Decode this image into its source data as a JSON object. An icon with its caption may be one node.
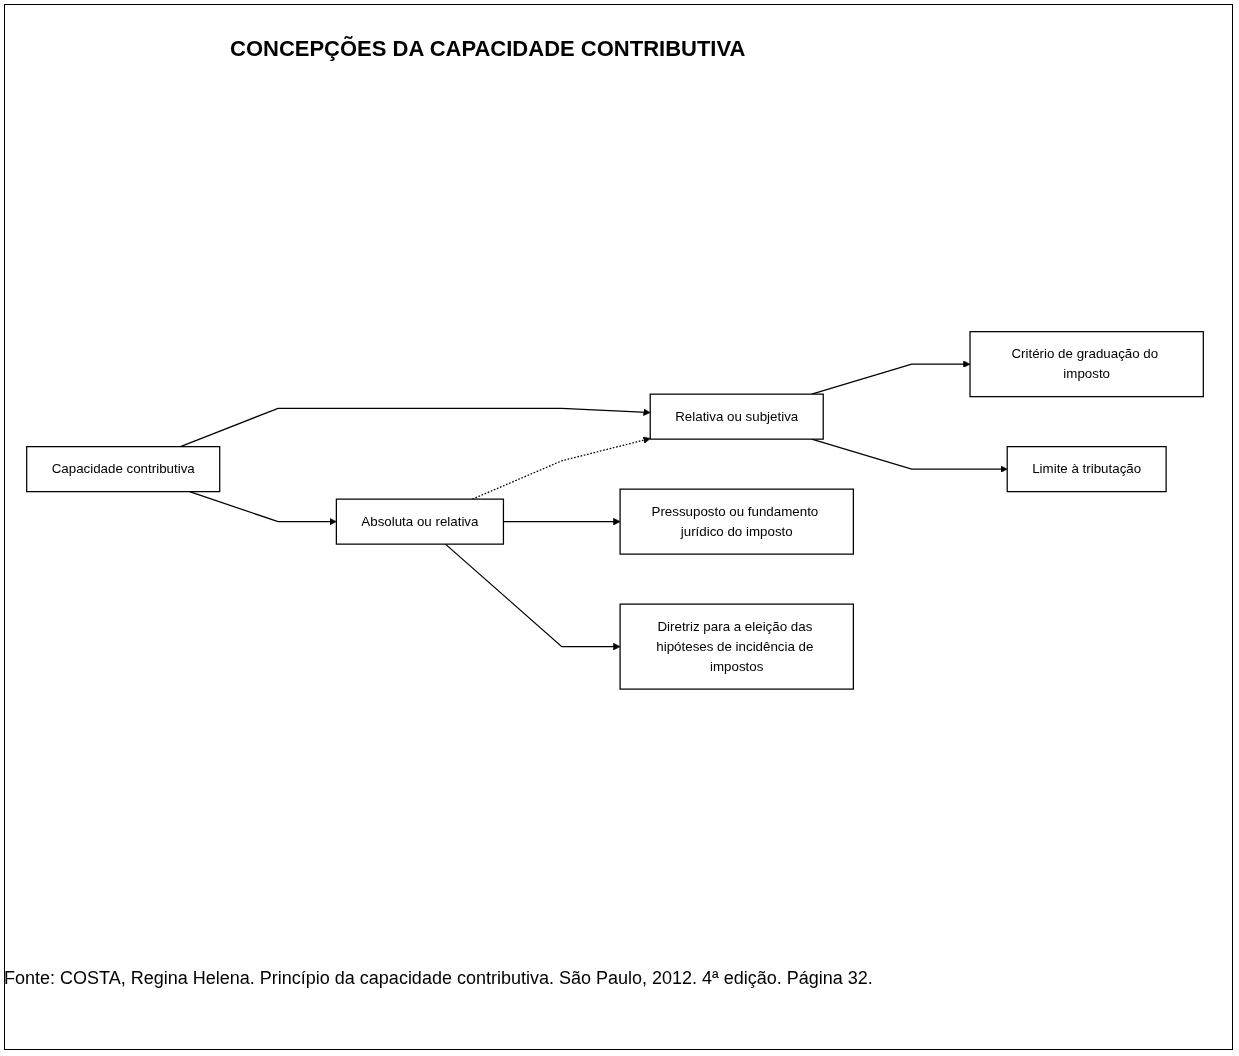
{
  "diagram": {
    "title": "CONCEPÇÕES DA CAPACIDADE CONTRIBUTIVA",
    "caption": "Fonte: COSTA, Regina Helena. Princípio da capacidade contributiva. São Paulo, 2012. 4ª edição. Página 32.",
    "nodes": [
      {
        "text": [
          "Capacidade contributiva"
        ]
      },
      {
        "text": [
          "Absoluta ou relativa"
        ]
      },
      {
        "text": [
          "Relativa ou subjetiva"
        ]
      },
      {
        "text": [
          "Pressuposto ou fundamento jurídico do imposto"
        ]
      },
      {
        "text": [
          "Diretriz para a eleição das hipóteses de incidência de impostos"
        ]
      },
      {
        "text": [
          "Critério de graduação do imposto"
        ]
      },
      {
        "text": [
          "Limite à tributação"
        ]
      }
    ],
    "edges": [
      {
        "from": 0,
        "to": 1,
        "arrow": "to"
      },
      {
        "from": 0,
        "to": 2,
        "arrow": "to"
      },
      {
        "from": 1,
        "to": 2,
        "arrow": "to",
        "style": "dashed"
      },
      {
        "from": 1,
        "to": 3,
        "arrow": "to"
      },
      {
        "from": 1,
        "to": 4,
        "arrow": "to"
      },
      {
        "from": 2,
        "to": 5,
        "arrow": "to"
      },
      {
        "from": 2,
        "to": 6,
        "arrow": "to"
      }
    ]
  }
}
